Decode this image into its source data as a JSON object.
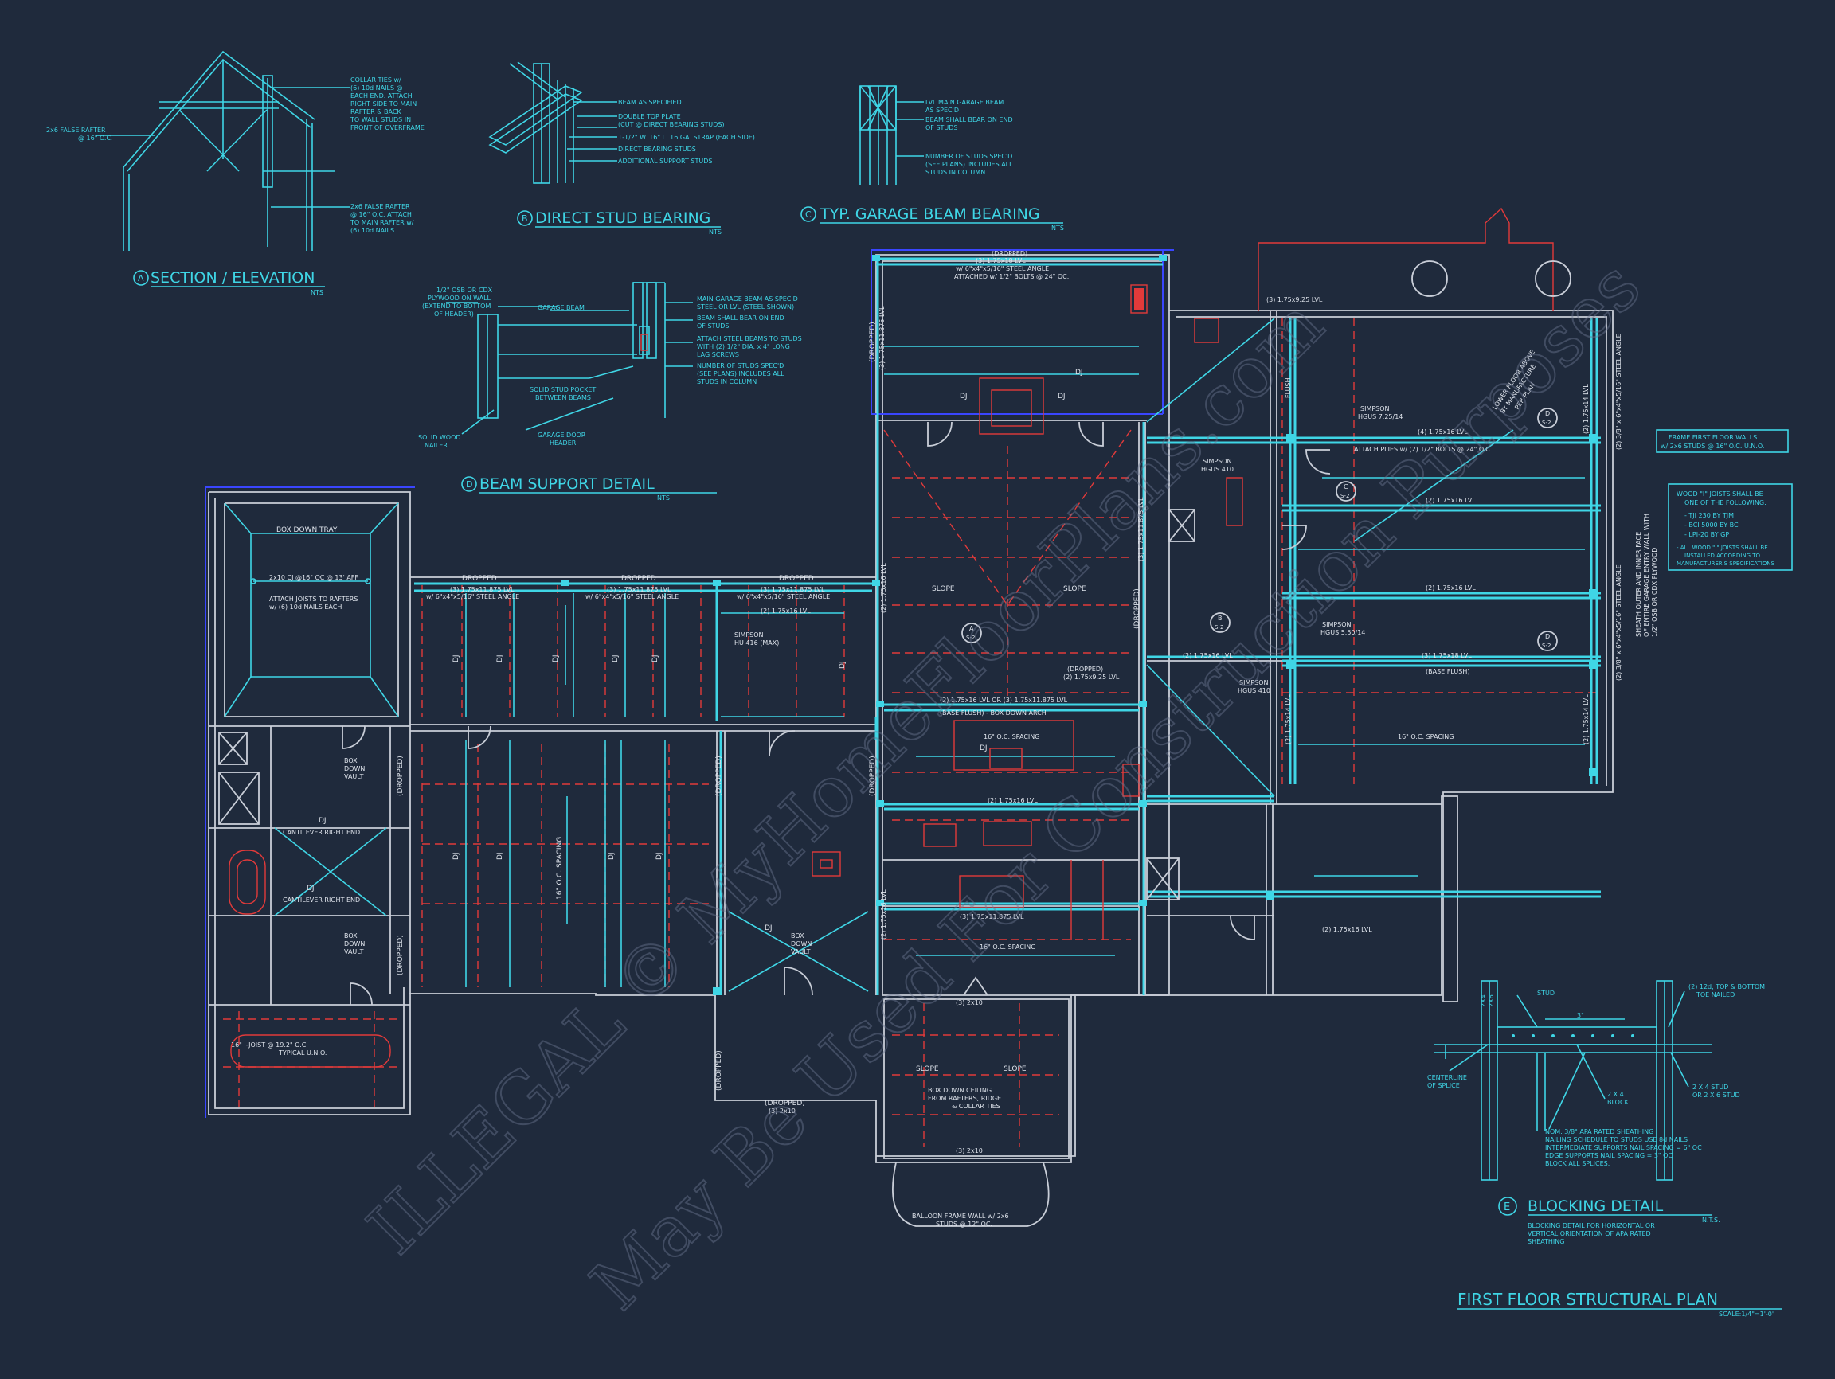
{
  "details": {
    "a": {
      "letter": "A",
      "title": "SECTION / ELEVATION",
      "scale": "NTS",
      "notes": [
        "COLLAR TIES w/",
        "(6) 10d NAILS @",
        "EACH END. ATTACH",
        "RIGHT SIDE TO MAIN",
        "RAFTER & BACK",
        "TO WALL STUDS IN",
        "FRONT OF OVERFRAME"
      ],
      "left_note": [
        "2x6 FALSE RAFTER",
        "@ 16\" O.C."
      ],
      "bottom_note": [
        "2x6 FALSE RAFTER",
        "@ 16\" O.C. ATTACH",
        "TO MAIN RAFTER w/",
        "(6) 10d NAILS."
      ]
    },
    "b": {
      "letter": "B",
      "title": "DIRECT STUD BEARING",
      "scale": "NTS",
      "notes": [
        "BEAM AS SPECIFIED",
        "DOUBLE TOP PLATE",
        "(CUT @ DIRECT BEARING STUDS)",
        "1-1/2\" W. 16\" L. 16 GA. STRAP (EACH SIDE)",
        "DIRECT BEARING STUDS",
        "ADDITIONAL SUPPORT STUDS"
      ]
    },
    "c": {
      "letter": "C",
      "title": "TYP. GARAGE BEAM BEARING",
      "scale": "NTS",
      "notes": [
        "LVL MAIN GARAGE BEAM",
        "AS SPEC'D",
        "BEAM SHALL BEAR ON END",
        "OF STUDS",
        "NUMBER OF STUDS SPEC'D",
        "(SEE PLANS) INCLUDES ALL",
        "STUDS IN COLUMN"
      ]
    },
    "d": {
      "letter": "D",
      "title": "BEAM SUPPORT DETAIL",
      "scale": "NTS",
      "left_notes": [
        "1/2\" OSB OR CDX",
        "PLYWOOD ON WALL",
        "(EXTEND TO BOTTOM",
        "OF HEADER)"
      ],
      "garage_beam": "GARAGE BEAM",
      "pocket": [
        "SOLID STUD POCKET",
        "BETWEEN BEAMS"
      ],
      "nailer": [
        "SOLID WOOD",
        "NAILER"
      ],
      "header": [
        "GARAGE DOOR",
        "HEADER"
      ],
      "notes": [
        "MAIN GARAGE BEAM AS SPEC'D",
        "STEEL OR LVL (STEEL SHOWN)",
        "BEAM SHALL BEAR ON END",
        "OF STUDS",
        "ATTACH STEEL BEAMS TO STUDS",
        "WITH (2) 1/2\" DIA. x 4\" LONG",
        "LAG SCREWS",
        "NUMBER OF STUDS SPEC'D",
        "(SEE PLANS) INCLUDES ALL",
        "STUDS IN COLUMN"
      ]
    },
    "e": {
      "letter": "E",
      "title": "BLOCKING DETAIL",
      "scale": "N.T.S.",
      "notes": [
        "BLOCKING DETAIL FOR HORIZONTAL OR",
        "VERTICAL ORIENTATION OF APA RATED",
        "SHEATHING"
      ],
      "stud": "STUD",
      "top": [
        "(2) 12d, TOP & BOTTOM",
        "TOE NAILED"
      ],
      "centerline": [
        "CENTERLINE",
        "OF SPLICE"
      ],
      "block": [
        "2 X 4",
        "BLOCK"
      ],
      "stud2": [
        "2 X 4 STUD",
        "OR 2 X 6 STUD"
      ],
      "nom": [
        "NOM. 3/8\" APA RATED SHEATHING",
        "NAILING SCHEDULE TO STUDS USE 8d NAILS",
        "INTERMEDIATE SUPPORTS NAIL SPACING = 6\" OC",
        "EDGE SUPPORTS NAIL SPACING = 3\" OC",
        "BLOCK ALL SPLICES."
      ],
      "dims": [
        "2X4",
        "2X6"
      ]
    }
  },
  "plan": {
    "title": "FIRST FLOOR STRUCTURAL PLAN",
    "scale": "SCALE:1/4\"=1'-0\"",
    "labels": {
      "box_down_tray": "BOX DOWN TRAY",
      "cj": "2x10 CJ @16\" OC @ 13' AFF",
      "attach_joists": [
        "ATTACH JOISTS TO RAFTERS",
        "w/ (6) 10d NAILS EACH"
      ],
      "dropped": "DROPPED",
      "dropped_p": "(DROPPED)",
      "lvl3": "(3) 1.75x11.875 LVL",
      "angle": "w/ 6\"x4\"x5/16\" STEEL ANGLE",
      "lvl2_16": "(2) 1.75x16 LVL",
      "simpson_hu": [
        "SIMPSON",
        "HU 416 (MAX)"
      ],
      "dj": "DJ",
      "oc16": "16\" O.C. SPACING",
      "cantilever": "CANTILEVER RIGHT END",
      "box_down_vault": [
        "BOX",
        "DOWN",
        "VAULT"
      ],
      "i_joist": [
        "16\" I-JOIST @ 19.2\" O.C.",
        "TYPICAL U.N.O."
      ],
      "slope": "SLOPE",
      "a_s2": [
        "A",
        "S-2"
      ],
      "b_s2": [
        "B",
        "S-2"
      ],
      "c_s2": [
        "C",
        "S-2"
      ],
      "d_s2": [
        "D",
        "S-2"
      ],
      "lvl_or_lvl": "(2) 1.75x16 LVL OR (3) 1.75x11.875 LVL",
      "base_flush_arch": "(BASE FLUSH) - BOX DOWN ARCH",
      "lvl2_935": "(2) 1.75x9.25 LVL",
      "box_down_ceiling": [
        "BOX DOWN CEILING",
        "FROM RAFTERS, RIDGE",
        "& COLLAR TIES"
      ],
      "x2x10": "(3) 2x10",
      "balloon": [
        "BALLOON FRAME WALL w/ 2x6",
        "STUDS @ 12\" OC."
      ],
      "garage_beam_top": [
        "(DROPPED)",
        "(3) 1.75x18 LVL",
        "w/ 6\"x4\"x5/16\" STEEL ANGLE",
        "ATTACHED w/ 1/2\" BOLTS @ 24\" OC."
      ],
      "lvl3_925": "(3) 1.75x9.25 LVL",
      "lvl4_16": "(4) 1.75x16 LVL",
      "attach_plies": "ATTACH PLIES w/ (2) 1/2\" BOLTS @ 24\" O.C.",
      "simpson_1": [
        "SIMPSON",
        "HGUS 7.25/14"
      ],
      "simpson_2": [
        "SIMPSON",
        "HGUS 410"
      ],
      "simpson_3": [
        "SIMPSON",
        "HGUS 5.50/14"
      ],
      "simpson_4": [
        "SIMPSON",
        "HGUS 410"
      ],
      "lvl3_18": "(3) 1.75x18 LVL",
      "base_flush": "(BASE FLUSH)",
      "flush": "FLUSH",
      "lower_floor": [
        "LOWER FLOOR ABOVE",
        "BY MANUFACTURE",
        "PER PLAN"
      ],
      "frame_note": [
        "FRAME FIRST FLOOR WALLS",
        "w/ 2x6 STUDS @ 16\" O.C. U.N.O."
      ],
      "wood_i": [
        "WOOD \"I\" JOISTS SHALL BE",
        "ONE OF THE FOLLOWING:",
        "- TJI 230 BY TJM",
        "- BCI 5000 BY BC",
        "- LPI-20 BY GP",
        "- ALL WOOD \"I\" JOISTS SHALL BE",
        "INSTALLED ACCORDING TO",
        "MANUFACTURER'S SPECIFICATIONS"
      ],
      "sheath": [
        "SHEATH OUTER AND INNER FACE",
        "OF ENTIRE GARAGE ENTRY WALL WITH",
        "1/2\" OSB OR CDX PLYWOOD"
      ],
      "steel_angle_v": "(2) 3/8\" x 6\"x4\"x5/16\" STEEL ANGLE",
      "lvl2_14": "(2) 1.75x14 LVL"
    }
  },
  "watermark": {
    "line1": "ILLEGAL © MyHomeFloorPlans.com",
    "line2": "May Be Used For Construction Purposes"
  }
}
